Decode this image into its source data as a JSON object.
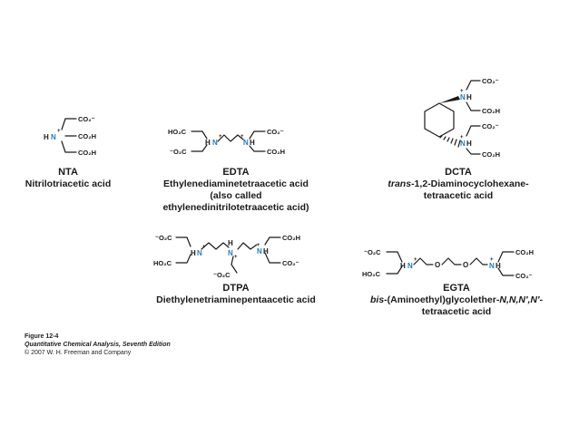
{
  "colors": {
    "nitrogen": "#1f7bbf",
    "text": "#1a1a1a"
  },
  "atoms": {
    "co2m": "CO₂⁻",
    "co2h": "CO₂H",
    "ho2c": "HO₂C",
    "o2cm": "⁻O₂C",
    "n": "N",
    "h": "H",
    "hn": "HN",
    "nh": "NH",
    "o": "O",
    "plus": "+"
  },
  "compounds": {
    "nta": {
      "abbr": "NTA",
      "lines": [
        "Nitrilotriacetic acid"
      ]
    },
    "edta": {
      "abbr": "EDTA",
      "lines": [
        "Ethylenediaminetetraacetic acid",
        "(also called",
        "ethylenedinitrilotetraacetic acid)"
      ]
    },
    "dcta": {
      "abbr": "DCTA",
      "prefix": "trans",
      "line1_rest": "-1,2-Diaminocyclohexane-",
      "line2": "tetraacetic acid"
    },
    "dtpa": {
      "abbr": "DTPA",
      "lines": [
        "Diethylenetriaminepentaacetic acid"
      ]
    },
    "egta": {
      "abbr": "EGTA",
      "prefix": "bis",
      "line1_mid": "-(Aminoethyl)glycolether-",
      "line1_italic": "N,N,N′,N′",
      "line1_end": "-",
      "line2": "tetraacetic acid"
    }
  },
  "caption": {
    "figure": "Figure 12-4",
    "book": "Quantitative Chemical Analysis, Seventh Edition",
    "copyright": "© 2007 W. H. Freeman and Company"
  }
}
